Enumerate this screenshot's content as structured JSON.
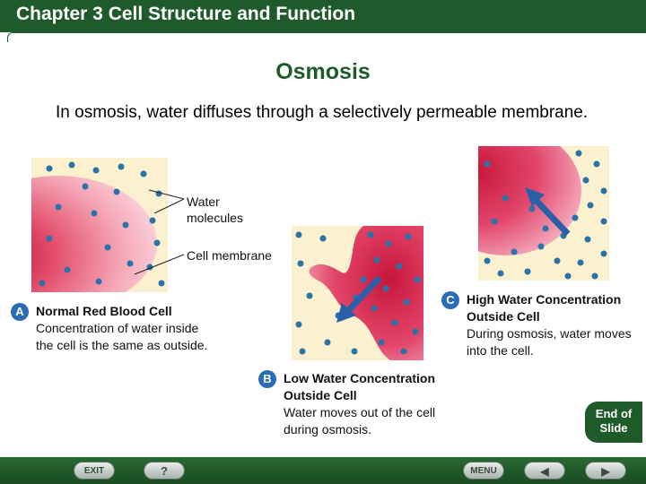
{
  "header": {
    "title": "Chapter 3  Cell Structure and Function"
  },
  "slide": {
    "title": "Osmosis",
    "intro": "In osmosis, water diffuses through a selectively permeable membrane."
  },
  "callouts": {
    "water": "Water molecules",
    "membrane": "Cell membrane"
  },
  "panels": {
    "a": {
      "badge": "A",
      "title": "Normal Red Blood Cell",
      "body": "Concentration of water inside the cell is the same as outside."
    },
    "b": {
      "badge": "B",
      "title": "Low Water Concentration Outside Cell",
      "body": "Water moves out of the cell during osmosis."
    },
    "c": {
      "badge": "C",
      "title": "High Water Concentration Outside Cell",
      "body": "During osmosis, water moves into the cell."
    }
  },
  "end_slide": {
    "line1": "End of",
    "line2": "Slide"
  },
  "nav": {
    "exit": "EXIT",
    "help": "?",
    "menu": "MENU",
    "prev": "◀",
    "next": "▶"
  },
  "colors": {
    "brand": "#1f5b2a",
    "cell": "#d63a5a",
    "background": "#fbf1cf",
    "molecule": "#2a73a8",
    "badge": "#2b6db4"
  }
}
